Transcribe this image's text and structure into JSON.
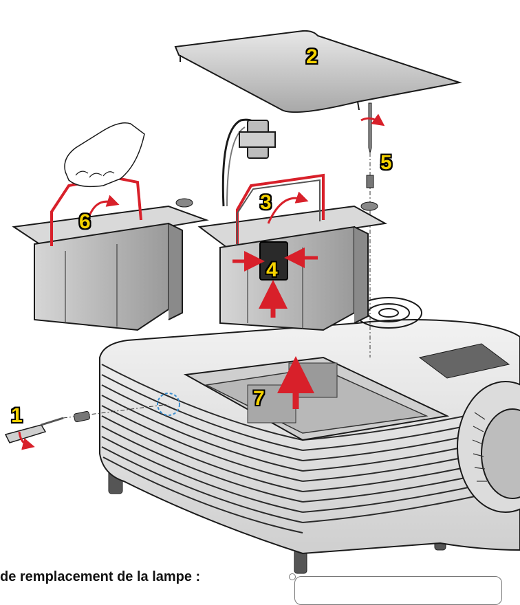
{
  "steps": {
    "s1": "1",
    "s2": "2",
    "s3": "3",
    "s4": "4",
    "s5": "5",
    "s6": "6",
    "s7": "7"
  },
  "caption": "de remplacement de la lampe :",
  "colors": {
    "arrow_red": "#d8202a",
    "step_number_fill": "#f5d200",
    "outline": "#1a1a1a"
  }
}
